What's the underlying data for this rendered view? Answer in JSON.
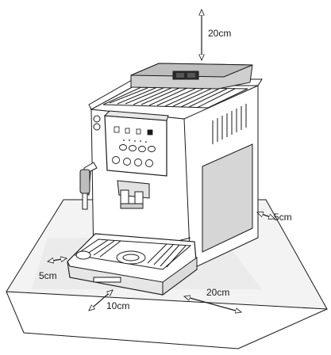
{
  "labels": {
    "top_clearance": "20cm",
    "right_clearance": "5cm",
    "left_clearance": "5cm",
    "front_clearance": "10cm",
    "side_clearance": "20cm"
  }
}
